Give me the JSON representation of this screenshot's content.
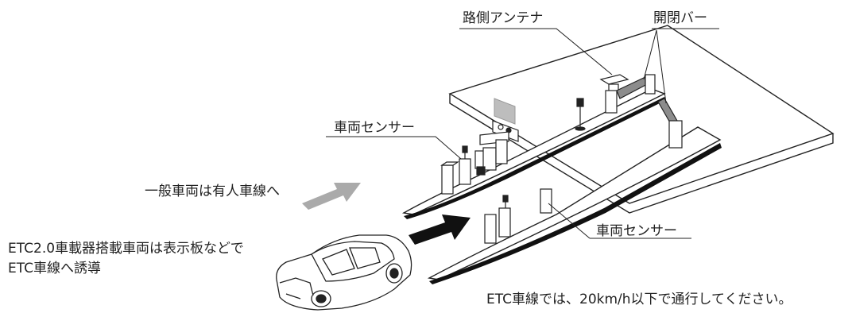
{
  "labels": {
    "roadside_antenna": "路側アンテナ",
    "gate_bar": "開閉バー",
    "vehicle_sensor_left": "車両センサー",
    "vehicle_sensor_right": "車両センサー",
    "general_vehicles": "一般車両は有人車線へ",
    "etc_guidance_line1": "ETC2.0車載器搭載車両は表示板などで",
    "etc_guidance_line2": "ETC車線へ誘導",
    "speed_notice": "ETC車線では、20km/h以下で通行してください。"
  },
  "colors": {
    "line": "#222222",
    "gray_arrow": "#aaaaaa",
    "black_arrow": "#111111",
    "gray_panel": "#bdbdbd",
    "bar_gray": "#8c8c8c"
  }
}
